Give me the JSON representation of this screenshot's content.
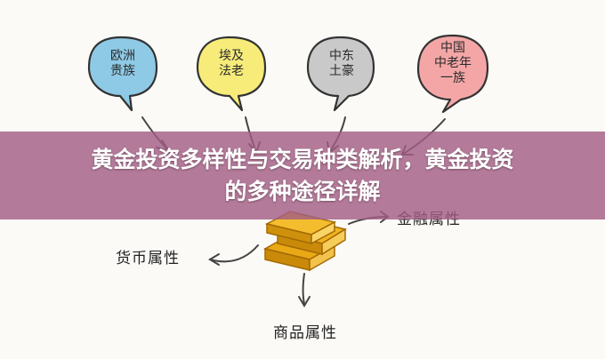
{
  "bubbles": [
    {
      "text": "欧洲\n贵族",
      "color": "#8ecae6"
    },
    {
      "text": "埃及\n法老",
      "color": "#f7ec7a"
    },
    {
      "text": "中东\n土豪",
      "color": "#c9c9c9"
    },
    {
      "text": "中国\n中老年\n一族",
      "color": "#f4a6a6"
    }
  ],
  "labels": {
    "currency": "货币属性",
    "financial": "金融属性",
    "commodity": "商品属性"
  },
  "banner": {
    "line1": "黄金投资多样性与交易种类解析，黄金投资",
    "line2": "的多种途径详解"
  }
}
